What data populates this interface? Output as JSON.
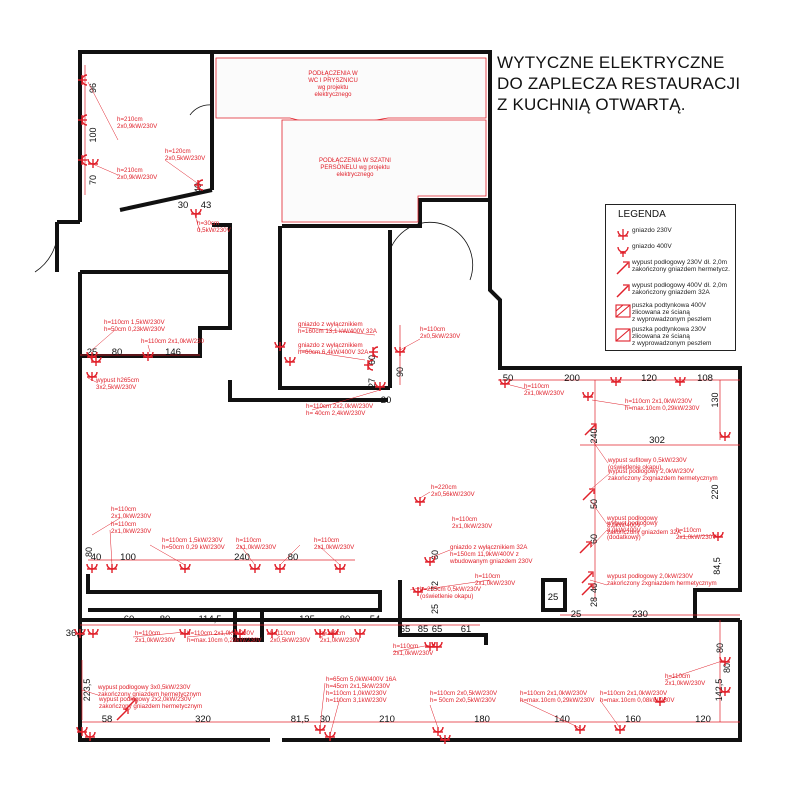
{
  "title": [
    "WYTYCZNE ELEKTRYCZNE",
    "DO ZAPLECZA RESTAURACJI",
    "Z KUCHNIĄ OTWARTĄ."
  ],
  "legend": {
    "title": "LEGENDA",
    "items": [
      {
        "icon": "socket-230v-icon",
        "lines": [
          "gniazdo 230V"
        ]
      },
      {
        "icon": "socket-400v-icon",
        "lines": [
          "gniazdo 400V"
        ]
      },
      {
        "icon": "floor-outlet-230v-icon",
        "lines": [
          "wypust podłogowy 230V dł. 2,0m",
          "zakończony gniazdem hermetycz."
        ]
      },
      {
        "icon": "floor-outlet-400v-icon",
        "lines": [
          "wypust podłogowy 400V dł. 2,0m",
          "zakończony gniazdem 32A"
        ]
      },
      {
        "icon": "junction-box-400v-icon",
        "lines": [
          "puszka podtynkowa 400V",
          "zlicowana ze ścianą",
          "z wyprowadzonym peszlem"
        ]
      },
      {
        "icon": "junction-box-230v-icon",
        "lines": [
          "puszka podtynkowa 230V",
          "zlicowana ze ścianą",
          "z wyprowadzonym peszlem"
        ]
      }
    ]
  },
  "room_notes": [
    {
      "lines": [
        "PODŁĄCZENIA W",
        "WC I PRYSZNICU",
        "wg projektu",
        "elektrycznego"
      ]
    },
    {
      "lines": [
        "PODŁĄCZENIA W SZATNI",
        "PERSONELU wg projektu",
        "elektrycznego"
      ]
    }
  ],
  "dimensions": [
    {
      "text": "96",
      "rot": -90
    },
    {
      "text": "100",
      "rot": -90
    },
    {
      "text": "70",
      "rot": -90
    },
    {
      "text": "40",
      "rot": -90
    },
    {
      "text": "30",
      "rot": 0
    },
    {
      "text": "43",
      "rot": 0
    },
    {
      "text": "25",
      "rot": 0
    },
    {
      "text": "80",
      "rot": 0
    },
    {
      "text": "146",
      "rot": 0
    },
    {
      "text": "60",
      "rot": -90
    },
    {
      "text": "27",
      "rot": -90
    },
    {
      "text": "90",
      "rot": -90
    },
    {
      "text": "20",
      "rot": 0
    },
    {
      "text": "50",
      "rot": 0
    },
    {
      "text": "200",
      "rot": 0
    },
    {
      "text": "120",
      "rot": 0
    },
    {
      "text": "108",
      "rot": 0
    },
    {
      "text": "130",
      "rot": -90
    },
    {
      "text": "240",
      "rot": -90
    },
    {
      "text": "302",
      "rot": 0
    },
    {
      "text": "220",
      "rot": -90
    },
    {
      "text": "50",
      "rot": -90
    },
    {
      "text": "60",
      "rot": -90
    },
    {
      "text": "84,5",
      "rot": -90
    },
    {
      "text": "28",
      "rot": -90
    },
    {
      "text": "40",
      "rot": -90
    },
    {
      "text": "25",
      "rot": 0
    },
    {
      "text": "230",
      "rot": 0
    },
    {
      "text": "25",
      "rot": 0
    },
    {
      "text": "80",
      "rot": -90
    },
    {
      "text": "40",
      "rot": 0
    },
    {
      "text": "100",
      "rot": 0
    },
    {
      "text": "240",
      "rot": 0
    },
    {
      "text": "80",
      "rot": 0
    },
    {
      "text": "60",
      "rot": -90
    },
    {
      "text": "72",
      "rot": -90
    },
    {
      "text": "25",
      "rot": -90
    },
    {
      "text": "36,5",
      "rot": 0
    },
    {
      "text": "60",
      "rot": 0
    },
    {
      "text": "80",
      "rot": 0
    },
    {
      "text": "114,5",
      "rot": 0
    },
    {
      "text": "125",
      "rot": 0
    },
    {
      "text": "80",
      "rot": 0
    },
    {
      "text": "54",
      "rot": 0
    },
    {
      "text": "65",
      "rot": 0
    },
    {
      "text": "85",
      "rot": 0
    },
    {
      "text": "65",
      "rot": 0
    },
    {
      "text": "61",
      "rot": 0
    },
    {
      "text": "223,5",
      "rot": -90
    },
    {
      "text": "58",
      "rot": 0
    },
    {
      "text": "320",
      "rot": 0
    },
    {
      "text": "81,5",
      "rot": 0
    },
    {
      "text": "30",
      "rot": 0
    },
    {
      "text": "210",
      "rot": 0
    },
    {
      "text": "180",
      "rot": 0
    },
    {
      "text": "140",
      "rot": 0
    },
    {
      "text": "160",
      "rot": 0
    },
    {
      "text": "120",
      "rot": 0
    },
    {
      "text": "80",
      "rot": -90
    },
    {
      "text": "80",
      "rot": -90
    },
    {
      "text": "142,5",
      "rot": -90
    }
  ],
  "labels": [
    {
      "lines": [
        "h=210cm",
        "2x0,9kW/230V"
      ]
    },
    {
      "lines": [
        "h=120cm",
        "2x0,5kW/230V"
      ]
    },
    {
      "lines": [
        "h=210cm",
        "2x0,9kW/230V"
      ]
    },
    {
      "lines": [
        "h=30cm",
        "0,5kW/230V"
      ]
    },
    {
      "lines": [
        "h=110cm 1,5kW/230V",
        "h=50cm 0,23kW/230V"
      ]
    },
    {
      "lines": [
        "h=110cm 2x1,0kW/230"
      ]
    },
    {
      "lines": [
        "gniazdo z wyłącznikiem",
        "h=160cm 13,1 kW/400V 32A"
      ]
    },
    {
      "lines": [
        "gniazdo z wyłącznikiem",
        "h=60cm 6,4kW/400V 32A"
      ]
    },
    {
      "lines": [
        "h=110cm",
        "2x0,5kW/230V"
      ]
    },
    {
      "lines": [
        "wypust h265cm",
        "3x2,5kW/230V"
      ]
    },
    {
      "lines": [
        "h=110cm 2x2,0kW/230V",
        "h= 40cm 2,4kW/230V"
      ]
    },
    {
      "lines": [
        "h=110cm",
        "2x1,0kW/230V"
      ]
    },
    {
      "lines": [
        "h=110cm 2x1,0kW/230V",
        "h=max.10cm 0,29kW/230V"
      ]
    },
    {
      "lines": [
        "wypust sufitowy 0,5kW/230V",
        "(oświetlenie okapu)"
      ]
    },
    {
      "lines": [
        "wypust podłogowy 2,0kW/230V",
        "zakończony 2xgniazdem hermetycznym"
      ]
    },
    {
      "lines": [
        "wypust podłogowy",
        "8,0kW/400V",
        "zakończony gniazdem 32A"
      ]
    },
    {
      "lines": [
        "wypust podłogowy",
        "8,0kW/400V",
        "(dodatkowy)"
      ]
    },
    {
      "lines": [
        "h=110cm",
        "2x1,0kW/230V"
      ]
    },
    {
      "lines": [
        "wypust podłogowy 2,0kW/230V",
        "zakończony 2xgniazdem hermetycznym"
      ]
    },
    {
      "lines": [
        "h=220cm",
        "2x0,56kW/230V"
      ]
    },
    {
      "lines": [
        "h=110cm",
        "2x1,0kW/230V"
      ]
    },
    {
      "lines": [
        "h=110cm",
        "2x1,0kW/230V"
      ]
    },
    {
      "lines": [
        "h=110cm 1,5kW/230V",
        "h=50cm 0,29 kW/230V"
      ]
    },
    {
      "lines": [
        "h=110cm",
        "2x1,0kW/230V"
      ]
    },
    {
      "lines": [
        "h=110cm",
        "2x1,0kW/230V"
      ]
    },
    {
      "lines": [
        "h=110cm",
        "2x1,0kW/230V"
      ]
    },
    {
      "lines": [
        "gniazdo z wyłącznikiem 32A",
        "h=150cm 11,9kW/400V z",
        "wbudowanym gniazdem 230V"
      ]
    },
    {
      "lines": [
        "h=110cm",
        "2x1,0kW/230V"
      ]
    },
    {
      "lines": [
        "h=255cm 0,5kW/230V",
        "(oświetlenie okapu)"
      ]
    },
    {
      "lines": [
        "h=110cm",
        "2x1,0kW/230V"
      ]
    },
    {
      "lines": [
        "h=110cm 2x1,0kW/230V",
        "h=max.10cm 0,29kW/230V"
      ]
    },
    {
      "lines": [
        "h=110cm",
        "2x0,5kW/230V"
      ]
    },
    {
      "lines": [
        "h=110cm",
        "2x1,0kW/230V"
      ]
    },
    {
      "lines": [
        "h=110cm",
        "2x1,0kW/230V"
      ]
    },
    {
      "lines": [
        "wypust podłogowy 3x0,5kW/230V",
        "zakończony gniazdem hermetycznym"
      ]
    },
    {
      "lines": [
        "wypust podłogowy 2x2,0kW/230V",
        "zakończony gniazdem hermetycznym"
      ]
    },
    {
      "lines": [
        "h=65cm 5,0kW/400V 16A",
        "h=45cm 2x1,5kW/230V"
      ]
    },
    {
      "lines": [
        "h=110cm 1,0kW/230V",
        "h=110cm 3,1kW/230V"
      ]
    },
    {
      "lines": [
        "h=110cm 2x0,5kW/230V",
        "h= 50cm 2x0,5kW/230V"
      ]
    },
    {
      "lines": [
        "h=110cm 2x1,0kW/230V",
        "h=max.10cm 0,29kW/230V"
      ]
    },
    {
      "lines": [
        "h=110cm 2x1,0kW/230V",
        "h=max.10cm 0,08kW/230V"
      ]
    },
    {
      "lines": [
        "h=110cm",
        "2x1,0kW/230V"
      ]
    }
  ],
  "colors": {
    "wall": "#111111",
    "annotation": "#e0202a",
    "background": "#ffffff"
  }
}
